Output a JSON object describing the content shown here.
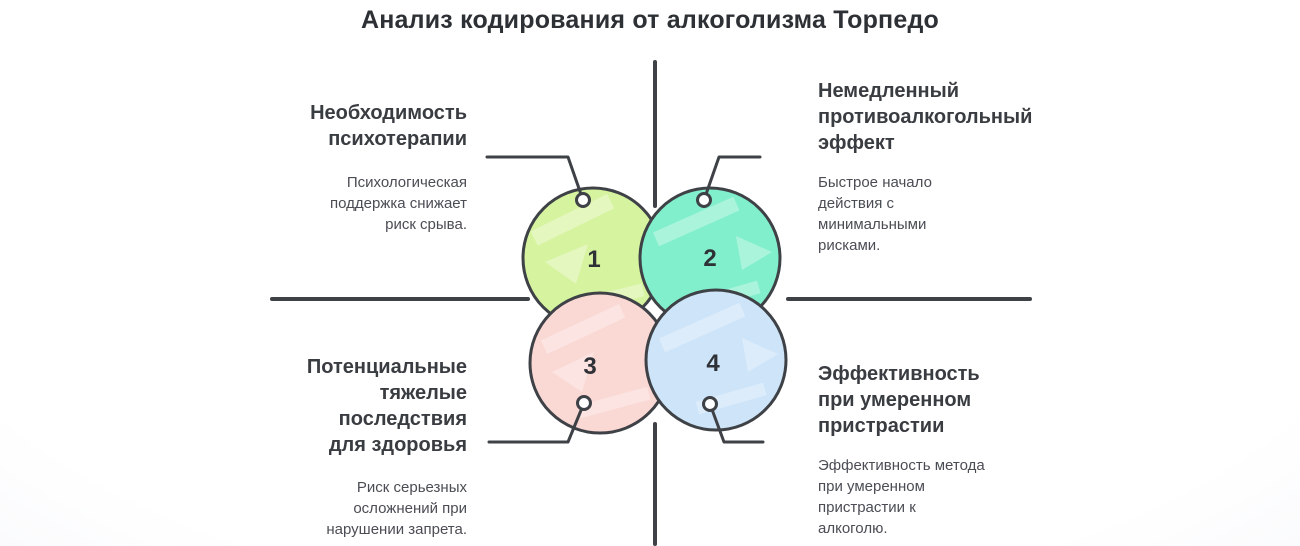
{
  "title": "Анализ кодирования от алкоголизма Торпедо",
  "diagram": {
    "type": "four-circle-quadrant",
    "quadrants": {
      "top_left": {
        "number": "1",
        "heading": "Необходимость\nпсихотерапии",
        "body": "Психологическая\nподдержка снижает\nриск срыва.",
        "circle_color": "#d6f3a0"
      },
      "top_right": {
        "number": "2",
        "heading": "Немедленный\nпротивоалкогольный\nэффект",
        "body": "Быстрое начало\nдействия с\nминимальными\nрисками.",
        "circle_color": "#82efcc"
      },
      "bottom_left": {
        "number": "3",
        "heading": "Потенциальные\nтяжелые\nпоследствия\nдля здоровья",
        "body": "Риск серьезных\nосложнений при\nнарушении запрета.",
        "circle_color": "#fad8d4"
      },
      "bottom_right": {
        "number": "4",
        "heading": "Эффективность\nпри умеренном\nпристрастии",
        "body": "Эффективность метода\nпри умеренном\nпристрастии к\nалкоголю.",
        "circle_color": "#cde4f9"
      }
    },
    "colors": {
      "line": "#3e4146",
      "heading_text": "#393c41",
      "body_text": "#4a4d54",
      "number_text": "#2e3136",
      "background_center": "#ffffff",
      "background_edge": "#e8ebf3"
    }
  }
}
